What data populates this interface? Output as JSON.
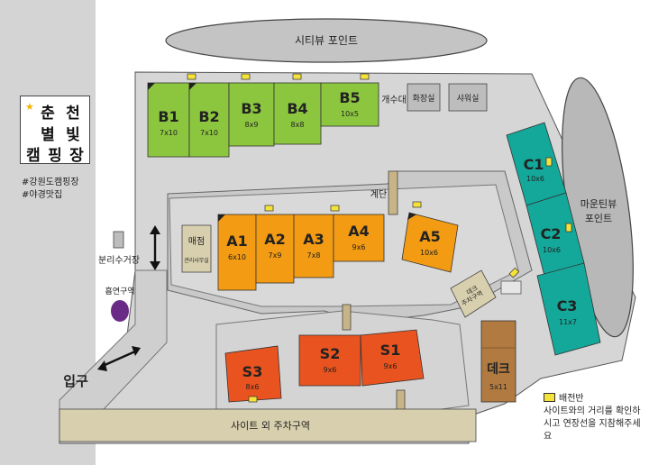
{
  "map": {
    "city_view_point": "시티뷰 포인트",
    "moon_view_point": [
      "마운틴뷰",
      "포인트"
    ],
    "stairs": "계단",
    "wash_station": "개수대",
    "restroom": "화장실",
    "shower": "샤워실",
    "shop": "매점",
    "office": "관리사무실",
    "recycling": "분리수거장",
    "smoking_area": "흡연구역",
    "entrance": "입구",
    "deck_parking": [
      "데크",
      "주차구역"
    ],
    "outside_parking": "사이트 외 주차구역"
  },
  "logo": {
    "lines": [
      [
        "춘",
        "천"
      ],
      [
        "별",
        "빛"
      ],
      [
        "캠",
        "핑",
        "장"
      ]
    ]
  },
  "hashtags": [
    "#강원도캠핑장",
    "#야경맛집"
  ],
  "sites": {
    "B1": {
      "name": "B1",
      "size": "7x10"
    },
    "B2": {
      "name": "B2",
      "size": "7x10"
    },
    "B3": {
      "name": "B3",
      "size": "8x9"
    },
    "B4": {
      "name": "B4",
      "size": "8x8"
    },
    "B5": {
      "name": "B5",
      "size": "10x5"
    },
    "A1": {
      "name": "A1",
      "size": "6x10"
    },
    "A2": {
      "name": "A2",
      "size": "7x9"
    },
    "A3": {
      "name": "A3",
      "size": "7x8"
    },
    "A4": {
      "name": "A4",
      "size": "9x6"
    },
    "A5": {
      "name": "A5",
      "size": "10x6"
    },
    "C1": {
      "name": "C1",
      "size": "10x6"
    },
    "C2": {
      "name": "C2",
      "size": "10x6"
    },
    "C3": {
      "name": "C3",
      "size": "11x7"
    },
    "S1": {
      "name": "S1",
      "size": "9x6"
    },
    "S2": {
      "name": "S2",
      "size": "9x6"
    },
    "S3": {
      "name": "S3",
      "size": "8x6"
    },
    "DECK": {
      "name": "데크",
      "size": "5x11"
    }
  },
  "legend": {
    "title": "배전반",
    "note": "사이트와의 거리를 확인하시고 연장선을 지참해주세요"
  },
  "colors": {
    "b_zone": "#8cc63f",
    "a_zone": "#f29b13",
    "c_zone": "#14a89a",
    "s_zone": "#e8531f",
    "deck": "#b07a40",
    "ground": "#d9d9d9",
    "road": "#c8c8c8",
    "power_box": "#f5e23a",
    "smoking": "#6a2b86"
  }
}
